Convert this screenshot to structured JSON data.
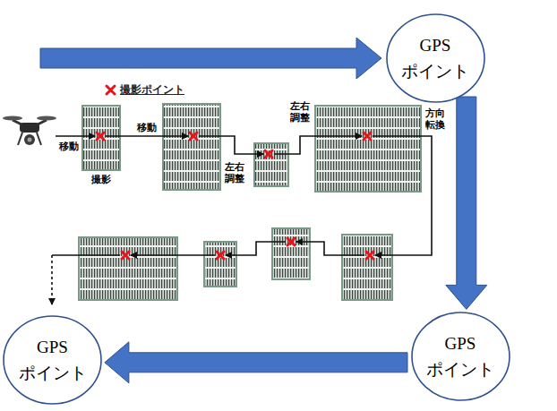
{
  "diagram": {
    "nodes": [
      {
        "text": [
          "GPS ポイント"
        ]
      },
      {
        "text": [
          "GPS ポイント"
        ]
      },
      {
        "text": [
          "GPS ポイント"
        ]
      }
    ],
    "edges": [
      {
        "from": 0,
        "to": 1,
        "arrow": "to"
      },
      {
        "from": 1,
        "to": 2,
        "arrow": "to"
      }
    ],
    "labels": [
      "移動",
      "撮影",
      "移動",
      "左右 調整",
      "左右 調整",
      "方向 転換"
    ],
    "legend": [
      {
        "text": "撮影ポイント"
      }
    ]
  }
}
